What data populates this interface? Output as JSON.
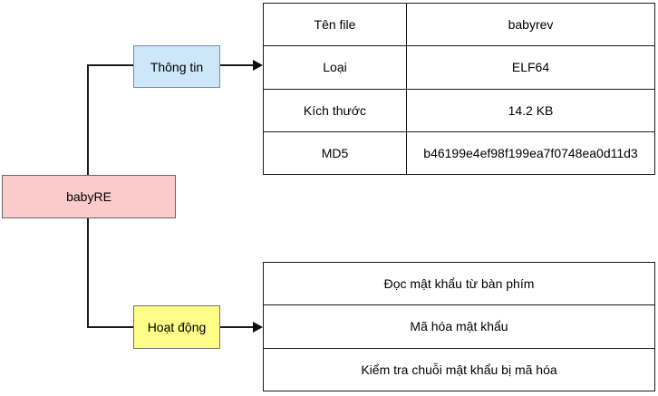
{
  "diagram": {
    "root_node": {
      "label": "babyRE",
      "fill": "#FBCBCB",
      "border": "#666666"
    },
    "info_node": {
      "label": "Thông tin",
      "fill": "#CDE6F8",
      "border": "#6C8EBF"
    },
    "activity_node": {
      "label": "Hoạt động",
      "fill": "#FDFD87",
      "border": "#737373"
    },
    "stroke_color": "#1a1a1a"
  },
  "info_table": {
    "rows": [
      {
        "key": "Tên file",
        "value": "babyrev"
      },
      {
        "key": "Loại",
        "value": "ELF64"
      },
      {
        "key": "Kích thước",
        "value": "14.2 KB"
      },
      {
        "key": "MD5",
        "value": "b46199e4ef98f199ea7f0748ea0d11d3"
      }
    ]
  },
  "activity_table": {
    "rows": [
      {
        "label": "Đọc mật khẩu từ bàn phím"
      },
      {
        "label": "Mã hóa mật khẩu"
      },
      {
        "label": "Kiểm tra chuỗi mật khẩu bị mã hóa"
      }
    ]
  }
}
